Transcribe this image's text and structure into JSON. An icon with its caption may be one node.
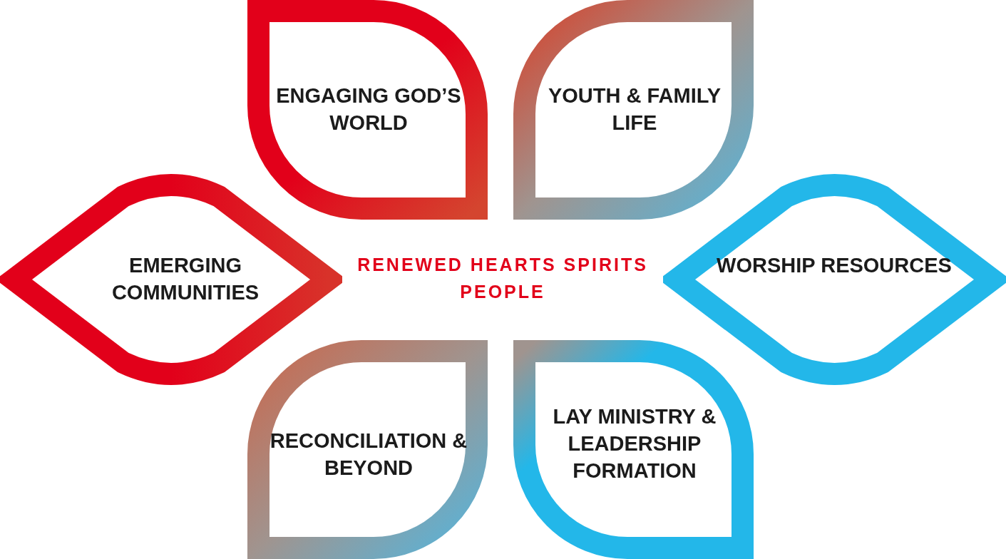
{
  "diagram": {
    "nodes": [
      {
        "text": [
          "ENGAGING GOD’S WORLD"
        ]
      },
      {
        "text": [
          "YOUTH & FAMILY LIFE"
        ]
      },
      {
        "text": [
          "EMERGING COMMUNITIES"
        ]
      },
      {
        "text": [
          "WORSHIP RESOURCES"
        ]
      },
      {
        "text": [
          "RECONCILIATION & BEYOND"
        ]
      },
      {
        "text": [
          "LAY MINISTRY & LEADERSHIP FORMATION"
        ]
      }
    ],
    "edges": [],
    "labels": [
      "RENEWED HEARTS SPIRITS PEOPLE"
    ]
  }
}
